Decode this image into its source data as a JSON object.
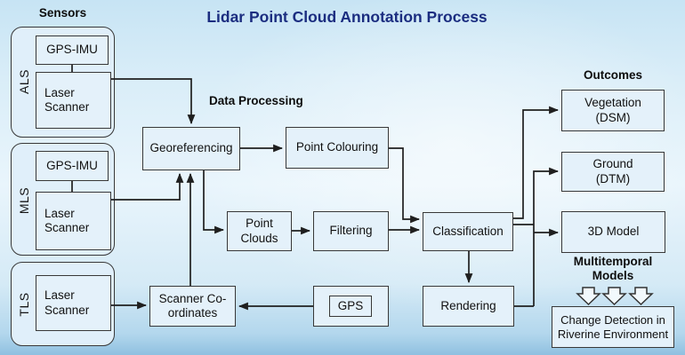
{
  "title": "Lidar Point Cloud Annotation Process",
  "labels": {
    "sensors": "Sensors",
    "data_processing": "Data Processing",
    "outcomes": "Outcomes",
    "multitemporal_models": "Multitemporal Models"
  },
  "sensors": {
    "als": {
      "label": "ALS",
      "gps_imu": "GPS-IMU",
      "laser_scanner": "Laser Scanner"
    },
    "mls": {
      "label": "MLS",
      "gps_imu": "GPS-IMU",
      "laser_scanner": "Laser Scanner"
    },
    "tls": {
      "label": "TLS",
      "laser_scanner": "Laser Scanner"
    }
  },
  "processing": {
    "georeferencing": "Georeferencing",
    "point_colouring": "Point Colouring",
    "point_clouds": "Point Clouds",
    "filtering": "Filtering",
    "classification": "Classification",
    "rendering": "Rendering",
    "scanner_coordinates": "Scanner Co-ordinates",
    "gps": "GPS"
  },
  "outcomes": {
    "vegetation": "Vegetation (DSM)",
    "ground": "Ground (DTM)",
    "model_3d": "3D Model",
    "change_detection": "Change Detection in Riverine Environment"
  },
  "colors": {
    "title": "#1b2d80",
    "box_fill": "#e4f1fa",
    "box_border": "#383838",
    "connector": "#1f1f1f",
    "background_top": "#c7e4f4",
    "background_bottom": "#8fc0e0"
  }
}
